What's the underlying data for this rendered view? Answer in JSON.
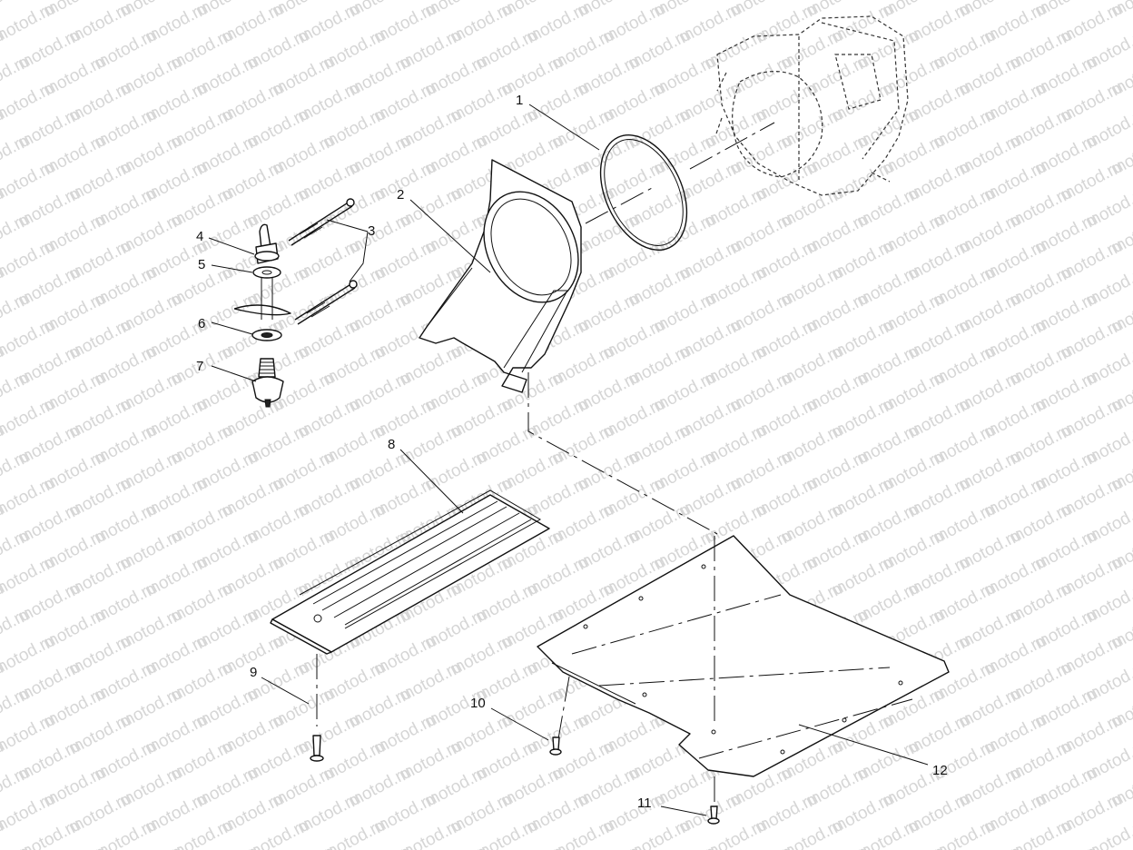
{
  "watermark": {
    "text": "motod.ru",
    "color": "#d6d6d6"
  },
  "callouts": [
    {
      "id": "1",
      "label": "1"
    },
    {
      "id": "2",
      "label": "2"
    },
    {
      "id": "3",
      "label": "3"
    },
    {
      "id": "4",
      "label": "4"
    },
    {
      "id": "5",
      "label": "5"
    },
    {
      "id": "6",
      "label": "6"
    },
    {
      "id": "7",
      "label": "7"
    },
    {
      "id": "8",
      "label": "8"
    },
    {
      "id": "9",
      "label": "9"
    },
    {
      "id": "10",
      "label": "10"
    },
    {
      "id": "11",
      "label": "11"
    },
    {
      "id": "12",
      "label": "12"
    }
  ],
  "colors": {
    "line": "#111111",
    "background": "#ffffff"
  }
}
